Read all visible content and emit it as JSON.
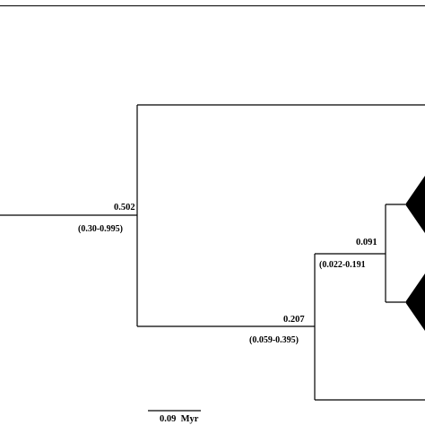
{
  "tree": {
    "colors": {
      "line": "#000000",
      "clade_fill": "#000000",
      "background": "#ffffff"
    },
    "nodes": [
      {
        "id": "node-root",
        "age_label": "0.502",
        "ci_label": "(0.30-0.995)"
      },
      {
        "id": "node-inner",
        "age_label": "0.207",
        "ci_label": "(0.059-0.395)"
      },
      {
        "id": "node-upper",
        "age_label": "0.091",
        "ci_label": "(0.022-0.191"
      }
    ],
    "scale_bar": {
      "label": "0.09  Myr"
    }
  }
}
